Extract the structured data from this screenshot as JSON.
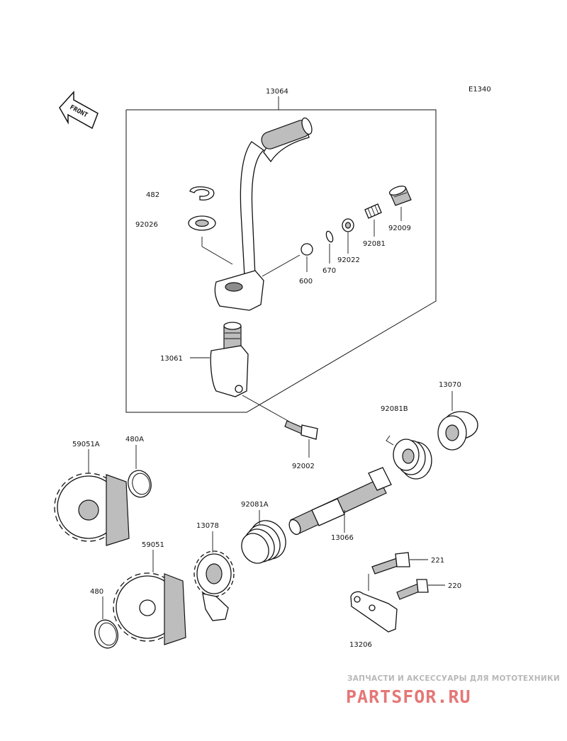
{
  "diagram_code": "E1340",
  "front_label": "FRONT",
  "parts": [
    {
      "id": "p13064",
      "number": "13064"
    },
    {
      "id": "p482",
      "number": "482"
    },
    {
      "id": "p92026",
      "number": "92026"
    },
    {
      "id": "p600",
      "number": "600"
    },
    {
      "id": "p670",
      "number": "670"
    },
    {
      "id": "p92022",
      "number": "92022"
    },
    {
      "id": "p92081",
      "number": "92081"
    },
    {
      "id": "p92009",
      "number": "92009"
    },
    {
      "id": "p13061",
      "number": "13061"
    },
    {
      "id": "p92002",
      "number": "92002"
    },
    {
      "id": "p13070",
      "number": "13070"
    },
    {
      "id": "p92081B",
      "number": "92081B"
    },
    {
      "id": "p59051A",
      "number": "59051A"
    },
    {
      "id": "p480A",
      "number": "480A"
    },
    {
      "id": "p92081A",
      "number": "92081A"
    },
    {
      "id": "p13078",
      "number": "13078"
    },
    {
      "id": "p13066",
      "number": "13066"
    },
    {
      "id": "p59051",
      "number": "59051"
    },
    {
      "id": "p480",
      "number": "480"
    },
    {
      "id": "p221",
      "number": "221"
    },
    {
      "id": "p220",
      "number": "220"
    },
    {
      "id": "p13206",
      "number": "13206"
    }
  ],
  "watermark": {
    "tagline": "ЗАПЧАСТИ И АКСЕССУАРЫ ДЛЯ МОТОТЕХНИКИ",
    "brand": "PARTSFOR.RU"
  }
}
